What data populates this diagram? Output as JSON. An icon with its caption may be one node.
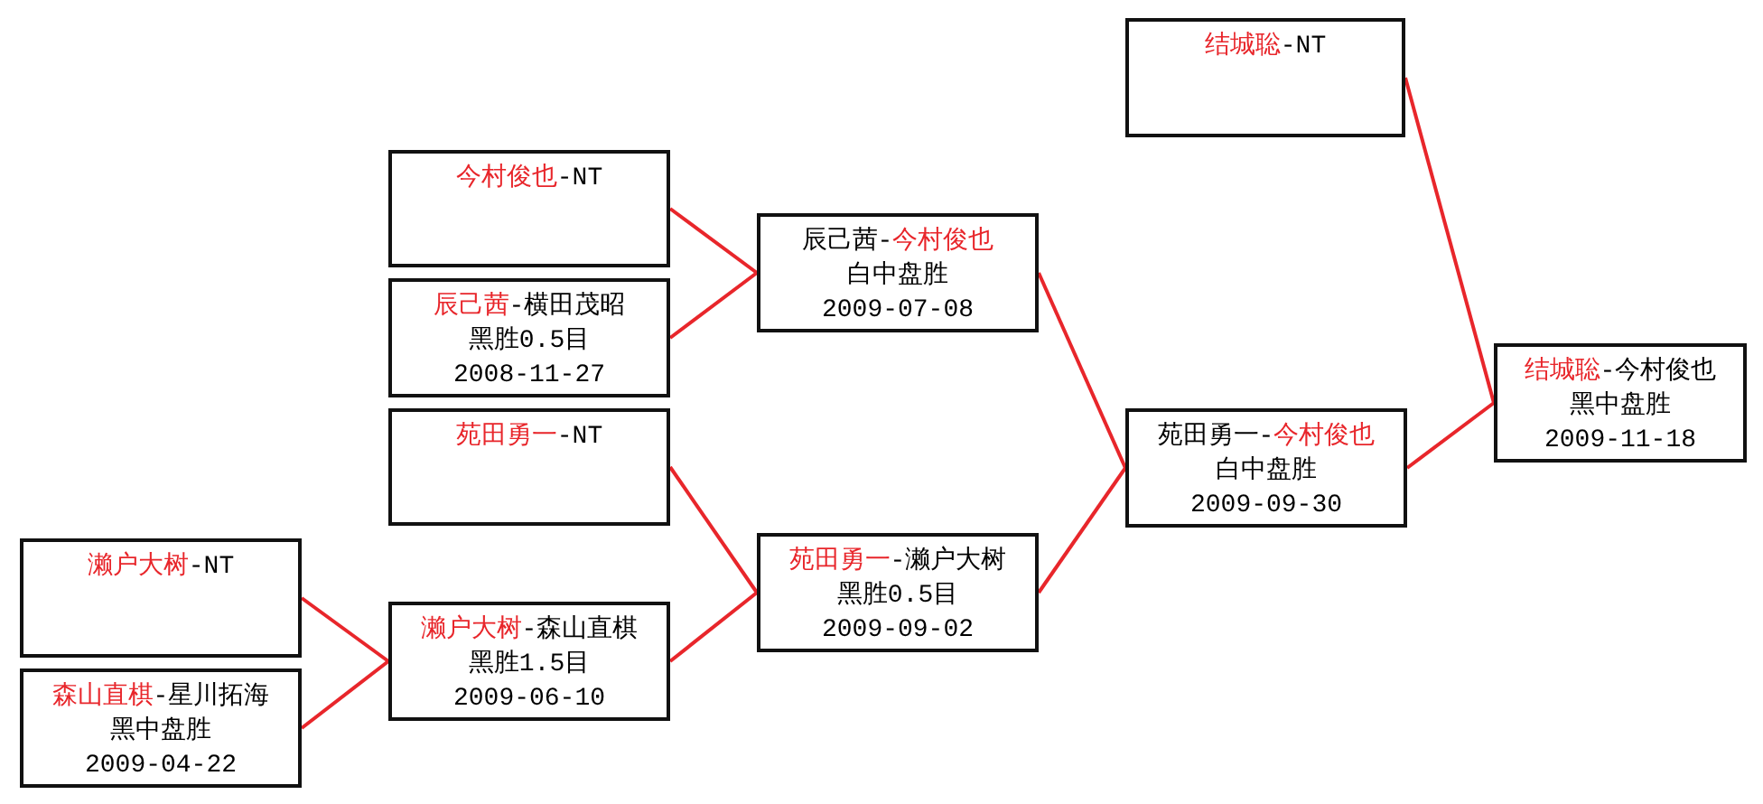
{
  "diagram": {
    "nodes": [
      {
        "text": [
          "**濑户大树**-NT"
        ]
      },
      {
        "text": [
          "**森山直棋**-星川拓海",
          "黑中盘胜",
          "2009-04-22"
        ]
      },
      {
        "text": [
          "**今村俊也**-NT"
        ]
      },
      {
        "text": [
          "**辰己茜**-横田茂昭",
          "黑胜0.5目",
          "2008-11-27"
        ]
      },
      {
        "text": [
          "**苑田勇一**-NT"
        ]
      },
      {
        "text": [
          "**濑户大树**-森山直棋",
          "黑胜1.5目",
          "2009-06-10"
        ]
      },
      {
        "text": [
          "辰己茜-**今村俊也**",
          "白中盘胜",
          "2009-07-08"
        ]
      },
      {
        "text": [
          "**苑田勇一**-濑户大树",
          "黑胜0.5目",
          "2009-09-02"
        ]
      },
      {
        "text": [
          "**结城聡**-NT"
        ]
      },
      {
        "text": [
          "苑田勇一-**今村俊也**",
          "白中盘胜",
          "2009-09-30"
        ]
      },
      {
        "text": [
          "**结城聡**-今村俊也",
          "黑中盘胜",
          "2009-11-18"
        ]
      }
    ],
    "edges": [
      {
        "from": 0,
        "to": 5,
        "arrow": "none"
      },
      {
        "from": 1,
        "to": 5,
        "arrow": "none"
      },
      {
        "from": 2,
        "to": 6,
        "arrow": "none"
      },
      {
        "from": 3,
        "to": 6,
        "arrow": "none"
      },
      {
        "from": 4,
        "to": 7,
        "arrow": "none"
      },
      {
        "from": 5,
        "to": 7,
        "arrow": "none"
      },
      {
        "from": 6,
        "to": 9,
        "arrow": "none"
      },
      {
        "from": 7,
        "to": 9,
        "arrow": "none"
      },
      {
        "from": 8,
        "to": 10,
        "arrow": "none"
      },
      {
        "from": 9,
        "to": 10,
        "arrow": "none"
      }
    ]
  }
}
